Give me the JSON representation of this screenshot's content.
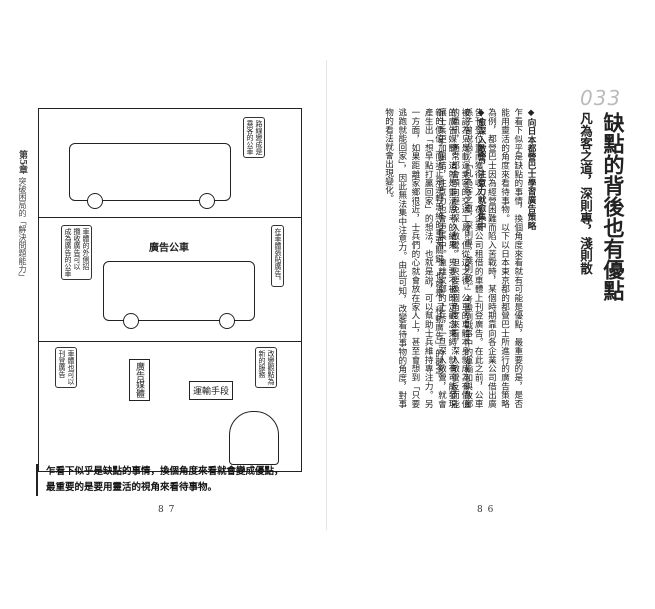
{
  "left_page": {
    "chapter_tab": {
      "number": "第5章",
      "title": "突破困局的「解決問題能力」"
    },
    "comic": {
      "p1_bubble": "路線變成是",
      "p1_bubble2": "乘客的公車",
      "p2_bubble_left1": "車體的外側招",
      "p2_bubble_left2": "攬收廣告可以",
      "p2_bubble_left3": "成為廣告的公車",
      "p2_bubble_right": "在車體張貼廣告。",
      "p2_sign": "廣告公車",
      "p3_bubble_left1": "車體也可以",
      "p3_bubble_left2": "刊登廣告",
      "p3_label_media": "廣告媒體",
      "p3_label_transport": "運輸手段",
      "p3_bubble_right1": "改變觀點為",
      "p3_bubble_right2": "新的服務"
    },
    "caption_line1": "乍看下似乎是缺點的事情，換個角度來看就會變成優點，",
    "caption_line2": "最重要的是要用靈活的視角來看待事物。",
    "page_number": "8 7"
  },
  "right_page": {
    "number": "033",
    "title": "缺點的背後也有優點",
    "subtitle": "凡為客之道，深則專，淺則散",
    "section1_head": "◆向日本都營巴士學習廣告策略",
    "section1_text": "乍看下似乎是缺點的事情，換個角度來看就有可能是優點，最重要的是，是否能用靈活的角度來看待事物。以下以日本東京都的都營巴士所進行的廣告策略為例，都營巴士因為經營困難而陷入苦戰時，某個時期靠向各企業公司借出廣告刊登位置而獲得收入，在企業公司租借的車體上刊登廣告。在此之前，公車被認為只是載運乘客的交通工具，但從這之後，公車的車體本身就成為有價值的廣告媒體，這就是靈活思考的結果。只要不被既定觀念束縛，就有可能發現新的價值，而這正是逆轉思維的重要關鍵，也就是「移動廣告」的觀念。",
    "section2_head": "◆愈深入敵營，注意力就愈集中",
    "section2_text": "孫子曾說過：「凡為客之道，深則專，淺則散。」考慮到戰爭中的運輸和與故鄉的通訊，通常都會傾向避免深入敵營，但只要換個角度來看，深入敵營反而能讓士兵更加團結，注意力也會更集中。遠離家鄉的士兵，一旦深入敵營，就會產生出「想早點打贏回家」的想法，也就是說，可以幫助士兵維持專注力。另一方面，如果距離家鄉很近，士兵們的心就會放在家人上，甚至會想到「只要逃跑就能回家」，因此無法集中注意力。由此可知，改變看待事物的角度，對事物的看法就會出現變化。",
    "page_number": "8 6"
  }
}
